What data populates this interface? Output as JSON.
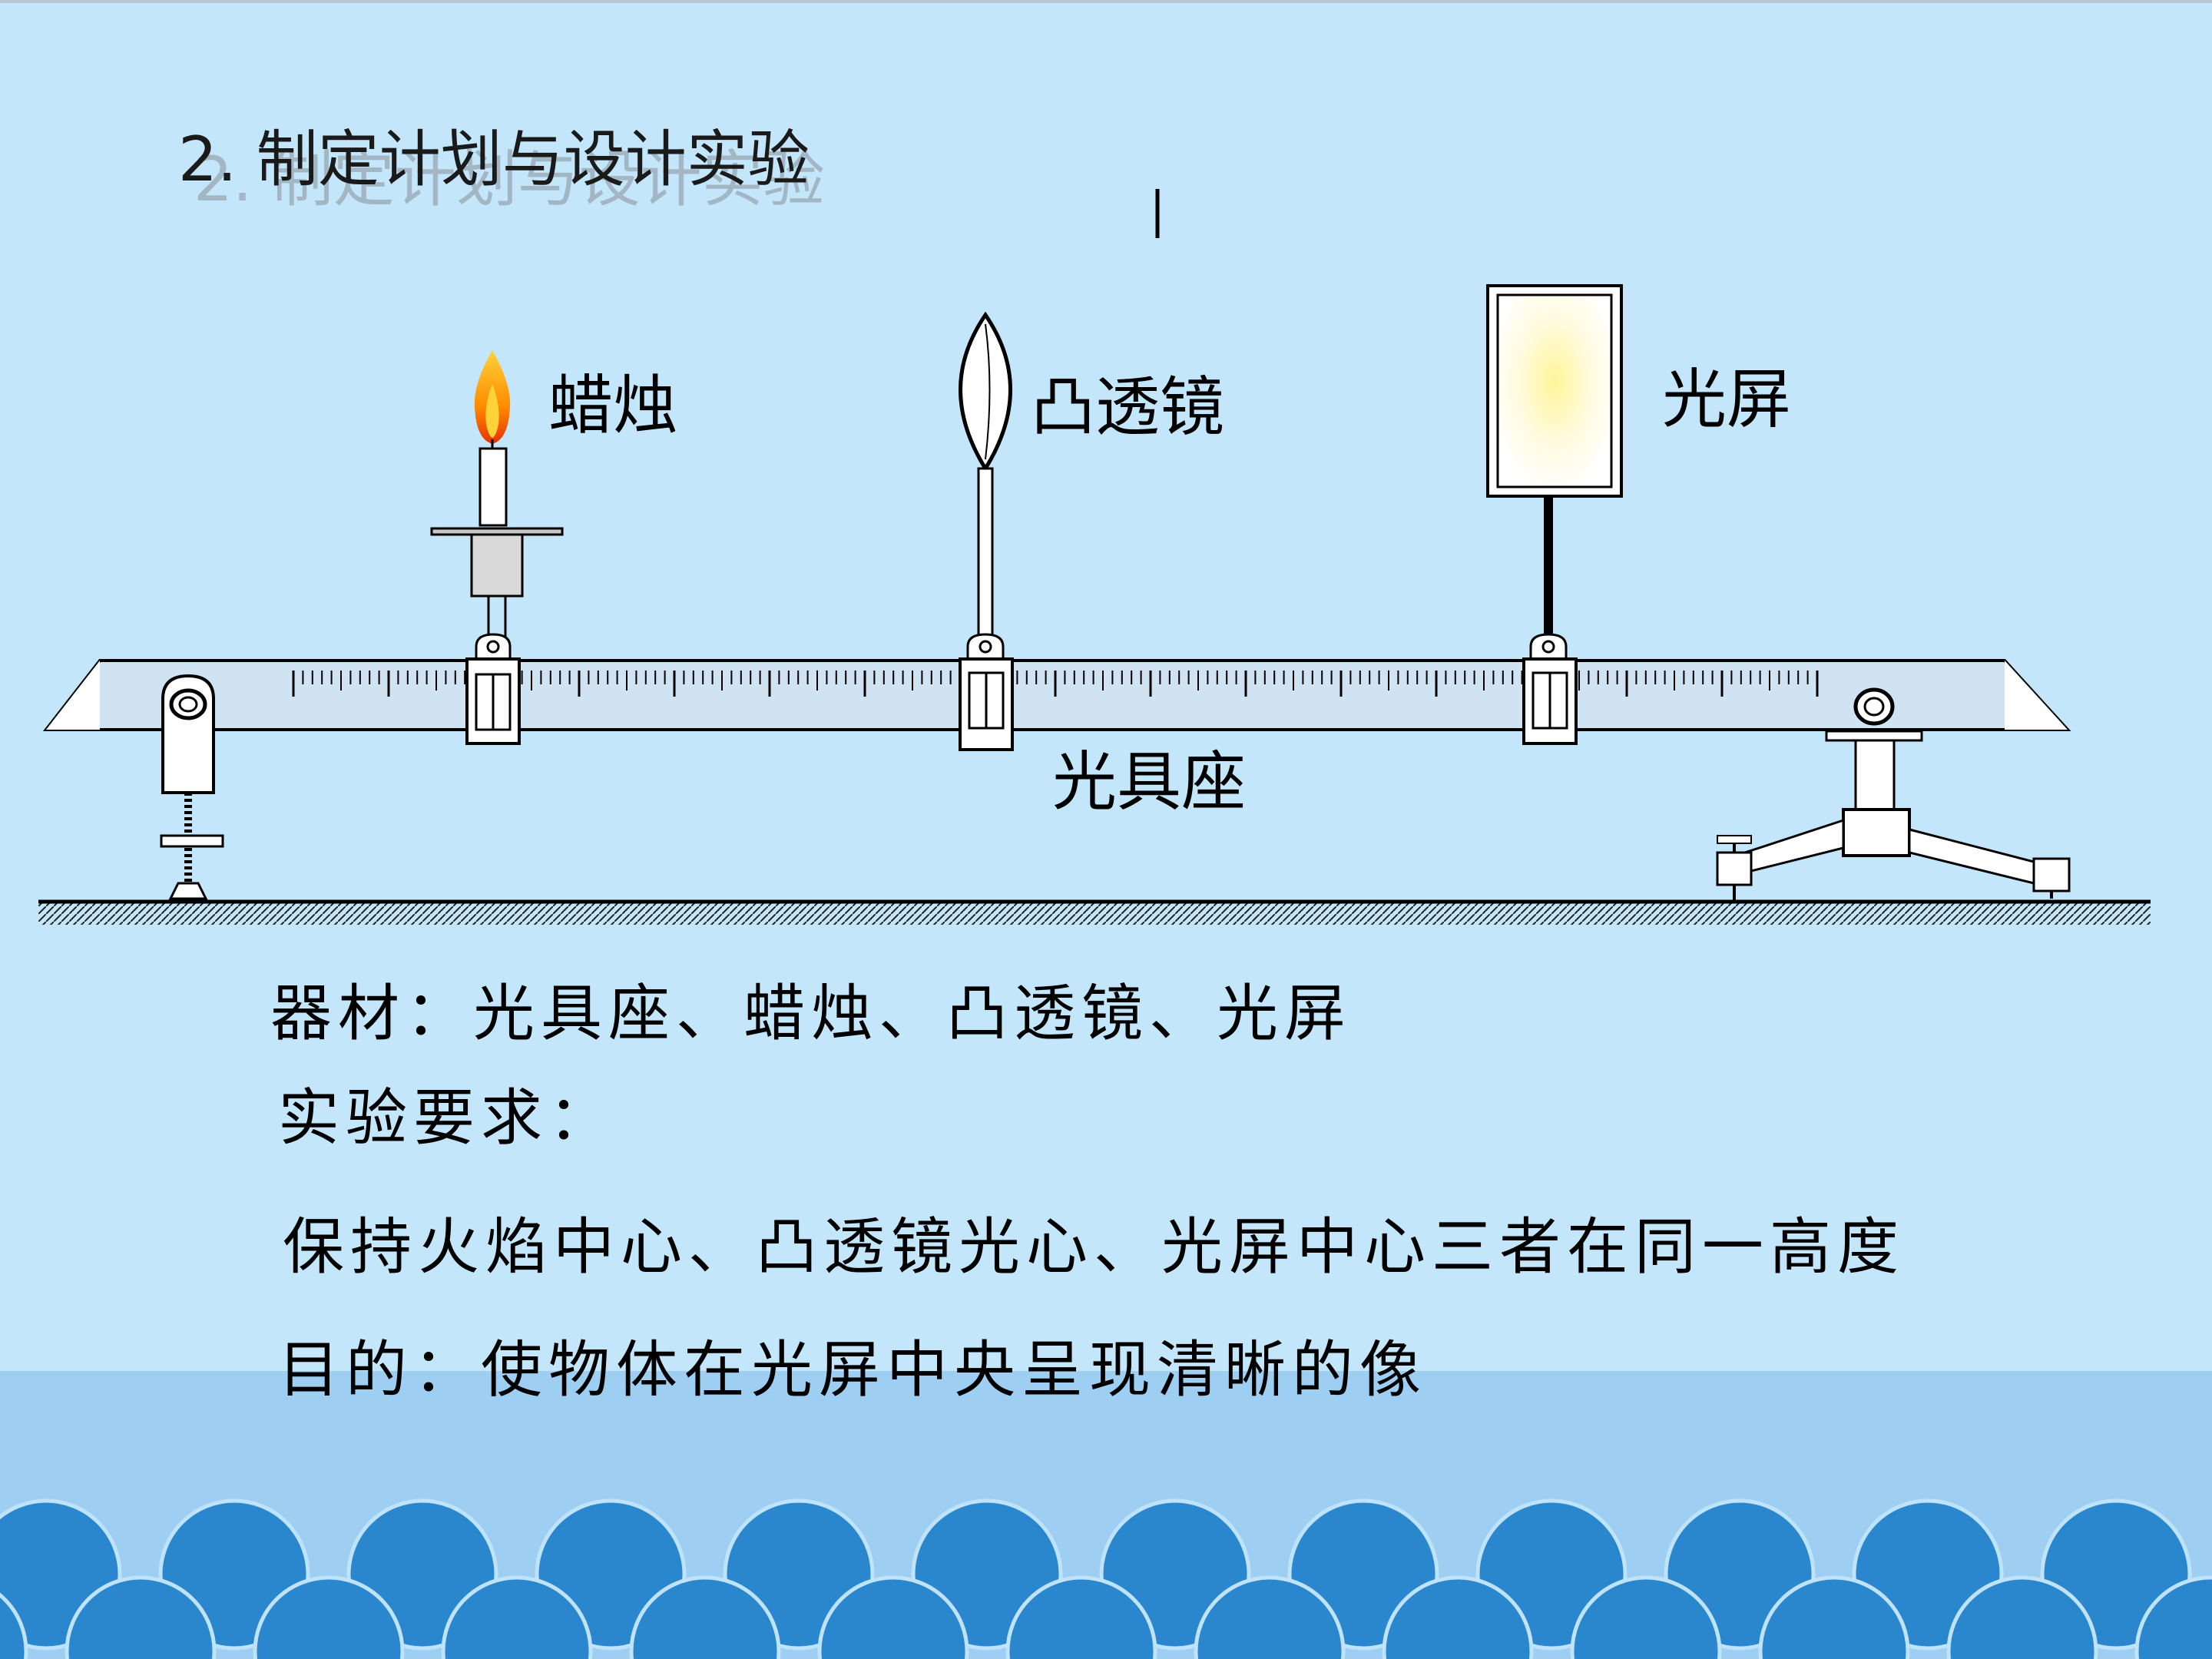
{
  "slide": {
    "title": "2. 制定计划与设计实验",
    "labels": {
      "candle": "蜡烛",
      "lens": "凸透镜",
      "screen": "光屏",
      "bench": "光具座"
    },
    "equipment": "器材：光具座、蜡烛、凸透镜、光屏",
    "requirement_heading": "实验要求：",
    "requirement": "保持火焰中心、凸透镜光心、光屏中心三者在同一高度",
    "purpose": "目的：使物体在光屏中央呈现清晰的像"
  },
  "colors": {
    "background": "#c4e6fb",
    "wave_light": "#9ecff2",
    "wave_dark": "#2a87ce",
    "flame_outer": "#ff8c00",
    "flame_inner": "#ffd23a",
    "screen_glow": "#fff7b0"
  }
}
